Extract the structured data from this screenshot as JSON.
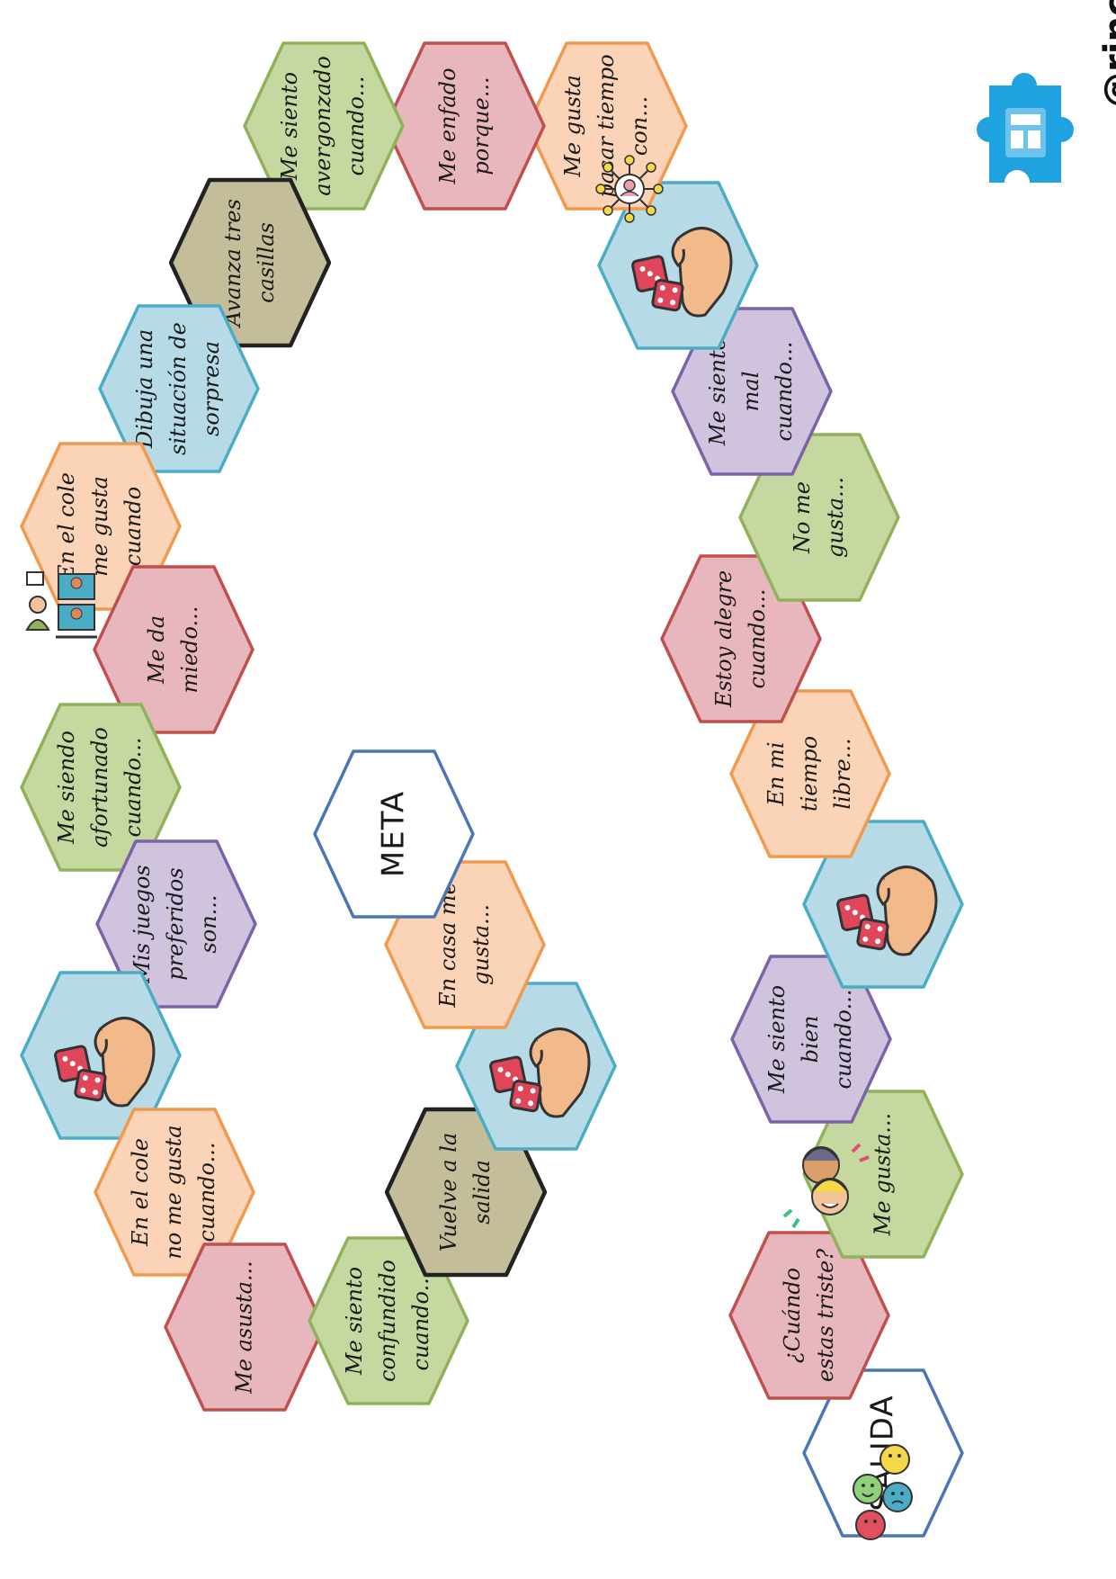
{
  "cells": [
    {
      "id": "salida",
      "kind": "endpoint",
      "text": "SALIDA",
      "color": "white"
    },
    {
      "id": "c1",
      "kind": "text",
      "text": "¿Cuándo\nestas triste?",
      "color": "red"
    },
    {
      "id": "c2",
      "kind": "text",
      "text": "Me gusta...",
      "color": "green"
    },
    {
      "id": "c3",
      "kind": "text",
      "text": "Me siento\nbien\ncuando...",
      "color": "purple"
    },
    {
      "id": "c4",
      "kind": "dice",
      "text": "",
      "color": "blue"
    },
    {
      "id": "c5",
      "kind": "text",
      "text": "En mi\ntiempo\nlibre...",
      "color": "orange"
    },
    {
      "id": "c6",
      "kind": "text",
      "text": "Estoy alegre\ncuando...",
      "color": "red"
    },
    {
      "id": "c7",
      "kind": "text",
      "text": "No me\ngusta...",
      "color": "green"
    },
    {
      "id": "c8",
      "kind": "text",
      "text": "Me siento\nmal\ncuando...",
      "color": "purple"
    },
    {
      "id": "c9",
      "kind": "dice",
      "text": "",
      "color": "blue"
    },
    {
      "id": "c10",
      "kind": "text",
      "text": "Me gusta\npasar tiempo\ncon...",
      "color": "orange"
    },
    {
      "id": "c11",
      "kind": "text",
      "text": "Me enfado\nporque...",
      "color": "red"
    },
    {
      "id": "c12",
      "kind": "text",
      "text": "Me siento\navergonzado\ncuando...",
      "color": "green"
    },
    {
      "id": "c13",
      "kind": "text",
      "text": "Avanza tres\ncasillas",
      "color": "khaki"
    },
    {
      "id": "c14",
      "kind": "text",
      "text": "Dibuja una\nsituación de\nsorpresa",
      "color": "blue"
    },
    {
      "id": "c15",
      "kind": "text",
      "text": "En el cole\nme gusta\ncuando",
      "color": "orange"
    },
    {
      "id": "c16",
      "kind": "text",
      "text": "Me da\nmiedo...",
      "color": "red"
    },
    {
      "id": "c17",
      "kind": "text",
      "text": "Me siendo\nafortunado\ncuando...",
      "color": "green"
    },
    {
      "id": "c18",
      "kind": "text",
      "text": "Mis juegos\npreferidos\nson...",
      "color": "purple"
    },
    {
      "id": "c19",
      "kind": "dice",
      "text": "",
      "color": "blue"
    },
    {
      "id": "c20",
      "kind": "text",
      "text": "En el cole\nno me gusta\ncuando...",
      "color": "orange"
    },
    {
      "id": "c21",
      "kind": "text",
      "text": "Me asusta...",
      "color": "red"
    },
    {
      "id": "c22",
      "kind": "text",
      "text": "Me siento\nconfundido\ncuando...",
      "color": "green"
    },
    {
      "id": "c23",
      "kind": "text",
      "text": "Vuelve a la\nsalida",
      "color": "khaki"
    },
    {
      "id": "c24",
      "kind": "dice",
      "text": "",
      "color": "blue"
    },
    {
      "id": "c25",
      "kind": "text",
      "text": "En casa me\ngusta...",
      "color": "orange"
    },
    {
      "id": "meta",
      "kind": "endpoint",
      "text": "META",
      "color": "white"
    }
  ],
  "palette": {
    "white": {
      "fill": "#ffffff",
      "stroke": "#4a76b8"
    },
    "red": {
      "fill": "#e8b7bd",
      "stroke": "#c0504d"
    },
    "green": {
      "fill": "#c5d8a0",
      "stroke": "#8fb25a"
    },
    "purple": {
      "fill": "#cfc3de",
      "stroke": "#7c62a8"
    },
    "blue": {
      "fill": "#b6dbe6",
      "stroke": "#4bacc6"
    },
    "orange": {
      "fill": "#fbd3b6",
      "stroke": "#f09a4f"
    },
    "khaki": {
      "fill": "#c4bd99",
      "stroke": "#222222"
    }
  },
  "brand": {
    "handle": "@rincon_tea",
    "logo": "puzzle-piece-logo",
    "logo_color": "#1fa3e0"
  },
  "icons": [
    "friends-network-icon",
    "classroom-teacher-icon",
    "happy-kids-icon",
    "emotions-faces-icon"
  ]
}
